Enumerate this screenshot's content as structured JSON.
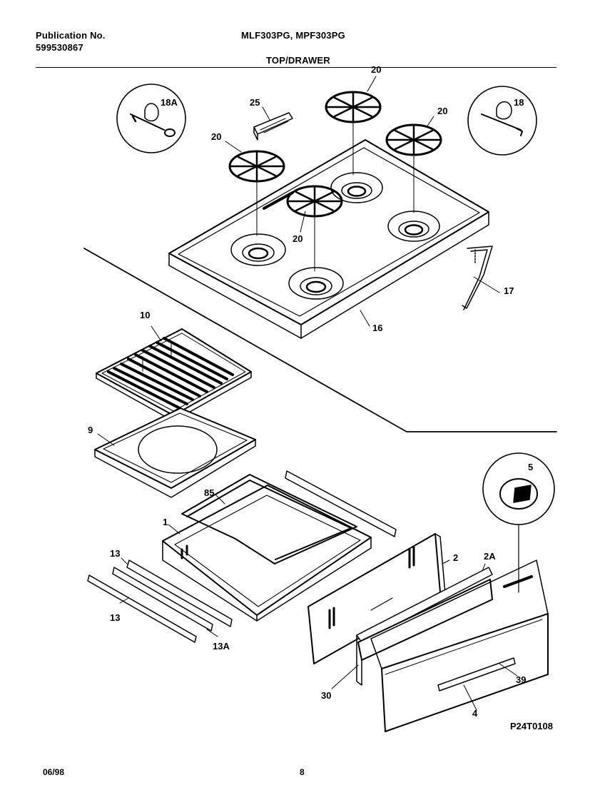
{
  "header": {
    "publication_label": "Publication No.",
    "publication_number": "599530867",
    "models": "MLF303PG, MPF303PG",
    "section_title": "TOP/DRAWER"
  },
  "callouts": [
    {
      "id": "c18A",
      "text": "18A"
    },
    {
      "id": "c25",
      "text": "25"
    },
    {
      "id": "c20a",
      "text": "20"
    },
    {
      "id": "c20b",
      "text": "20"
    },
    {
      "id": "c20c",
      "text": "20"
    },
    {
      "id": "c20d",
      "text": "20"
    },
    {
      "id": "c18",
      "text": "18"
    },
    {
      "id": "c17",
      "text": "17"
    },
    {
      "id": "c16",
      "text": "16"
    },
    {
      "id": "c10",
      "text": "10"
    },
    {
      "id": "c9",
      "text": "9"
    },
    {
      "id": "c85",
      "text": "85"
    },
    {
      "id": "c1",
      "text": "1"
    },
    {
      "id": "c5",
      "text": "5"
    },
    {
      "id": "c2",
      "text": "2"
    },
    {
      "id": "c2A",
      "text": "2A"
    },
    {
      "id": "c13a",
      "text": "13"
    },
    {
      "id": "c13b",
      "text": "13"
    },
    {
      "id": "c13A",
      "text": "13A"
    },
    {
      "id": "c30",
      "text": "30"
    },
    {
      "id": "c39",
      "text": "39"
    },
    {
      "id": "c4",
      "text": "4"
    }
  ],
  "figure_code": "P24T0108",
  "footer": {
    "date": "06/98",
    "page": "8"
  }
}
